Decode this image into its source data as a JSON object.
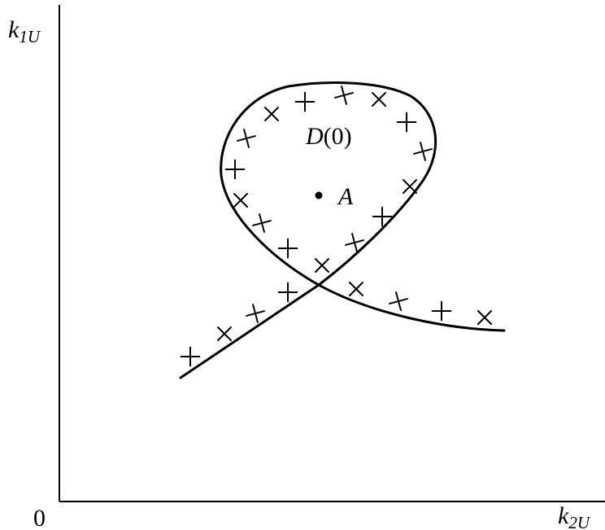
{
  "axes": {
    "y_label_base": "k",
    "y_label_sub": "1U",
    "x_label_base": "k",
    "x_label_sub": "2U",
    "origin": "0"
  },
  "region": {
    "label_base": "D",
    "label_args": "(0)"
  },
  "point": {
    "label": "A"
  },
  "markers": {
    "symbol": "cross"
  }
}
